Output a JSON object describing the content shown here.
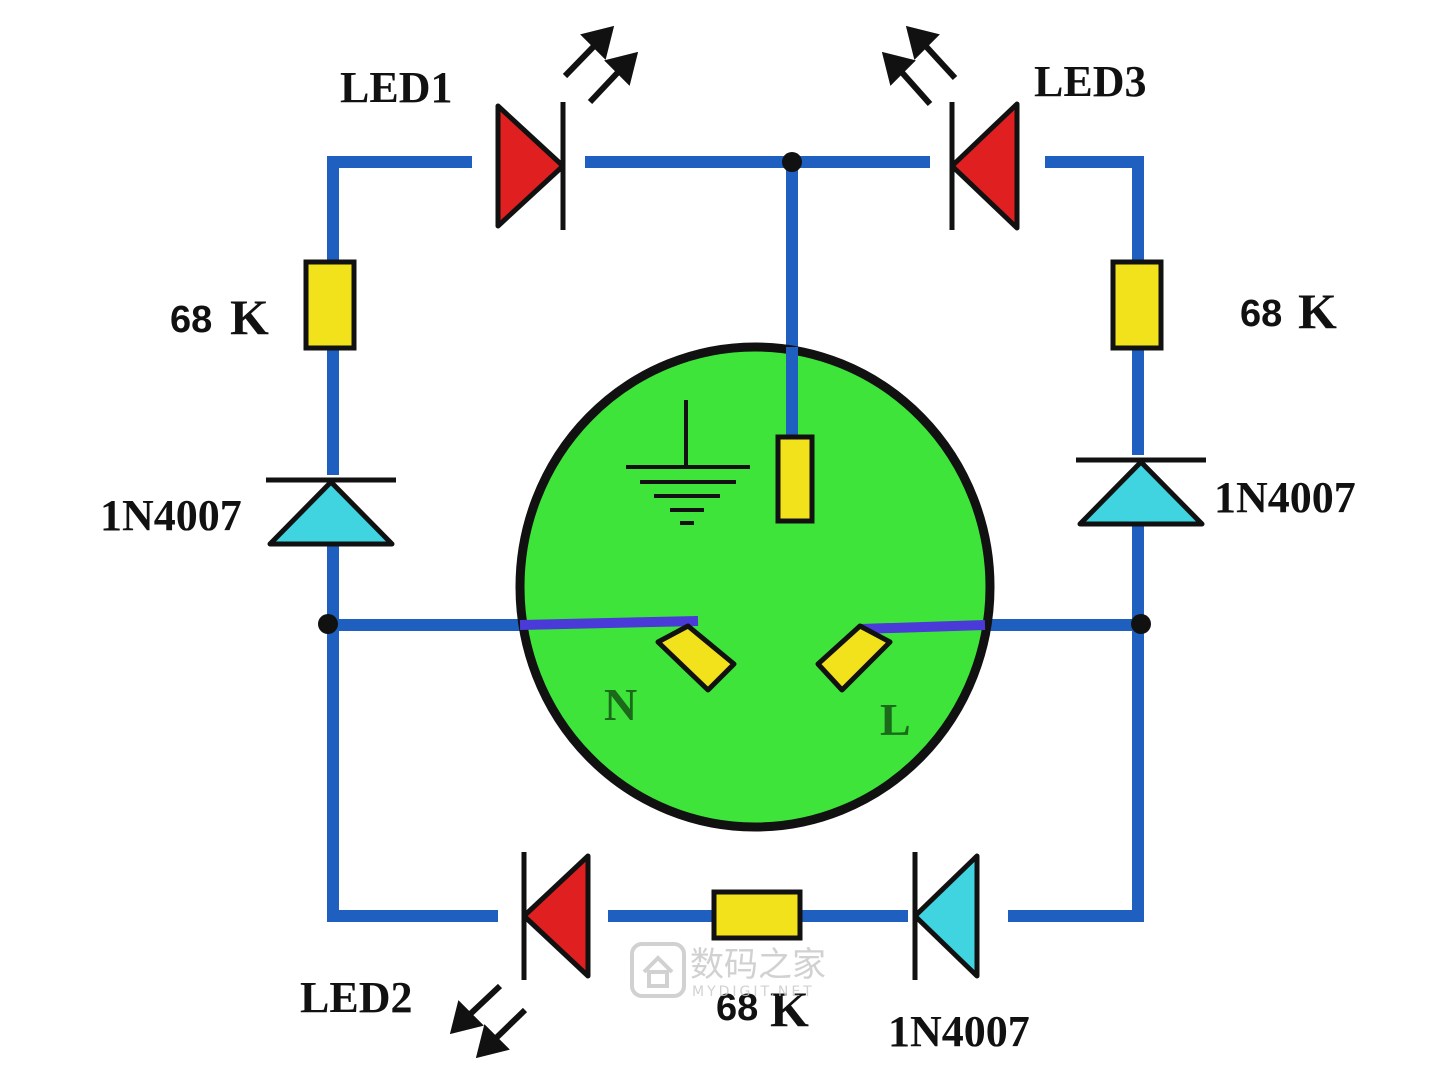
{
  "colors": {
    "wire": "#1f5fbf",
    "led": "#e02020",
    "diode": "#3fd4e0",
    "resistor": "#f2e21c",
    "socket": "#3fe43a",
    "socket_text": "#1a6a1a",
    "outline": "#111111"
  },
  "labels": {
    "led1": "LED1",
    "led2": "LED2",
    "led3": "LED3",
    "res_left_num": "68",
    "res_left_unit": "K",
    "res_right_num": "68",
    "res_right_unit": "K",
    "res_bottom_num": "68",
    "res_bottom_unit": "K",
    "diode_left": "1N4007",
    "diode_right": "1N4007",
    "diode_bottom": "1N4007"
  },
  "socket": {
    "neutral": "N",
    "live": "L",
    "ground_icon": "ground-icon"
  },
  "watermark": {
    "icon": "home-icon",
    "cn": "数码之家",
    "en": "MYDIGIT.NET"
  }
}
